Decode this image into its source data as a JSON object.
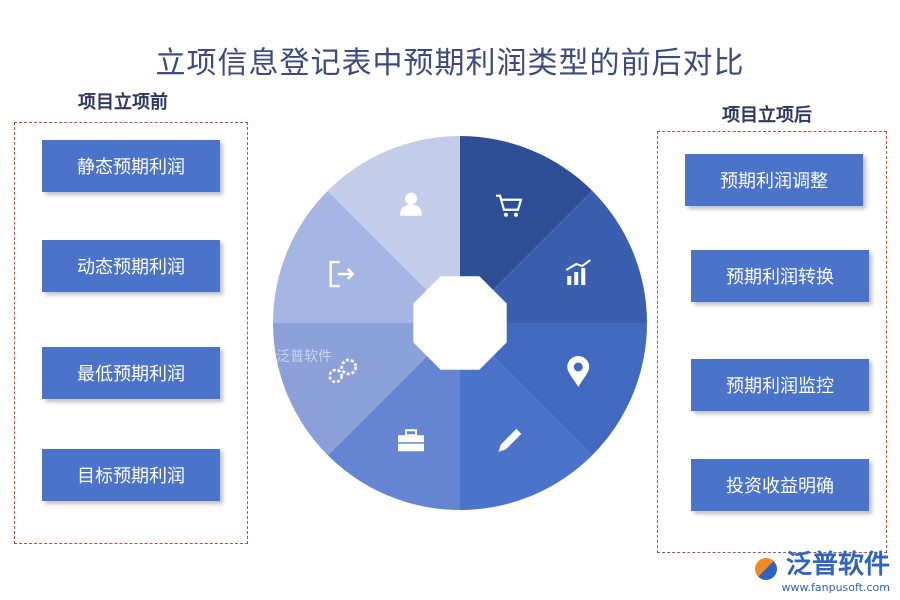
{
  "title": "立项信息登记表中预期利润类型的前后对比",
  "left_group": {
    "label": "项目立项前",
    "items": [
      "静态预期利润",
      "动态预期利润",
      "最低预期利润",
      "目标预期利润"
    ]
  },
  "right_group": {
    "label": "项目立项后",
    "items": [
      "预期利润调整",
      "预期利润转换",
      "预期利润监控",
      "投资收益明确"
    ]
  },
  "wheel": {
    "segments": [
      {
        "icon": "shopping-cart-icon",
        "color": "#2e4f96"
      },
      {
        "icon": "bar-chart-icon",
        "color": "#3b5fae"
      },
      {
        "icon": "location-pin-icon",
        "color": "#4169bf"
      },
      {
        "icon": "pencil-icon",
        "color": "#4a73c9"
      },
      {
        "icon": "briefcase-icon",
        "color": "#6585d2"
      },
      {
        "icon": "gears-icon",
        "color": "#8b9fd8"
      },
      {
        "icon": "exit-icon",
        "color": "#a6b6e2"
      },
      {
        "icon": "user-icon",
        "color": "#c3cdea"
      }
    ]
  },
  "watermark": {
    "name": "泛普软件",
    "url": "www.fanpusoft.com"
  }
}
